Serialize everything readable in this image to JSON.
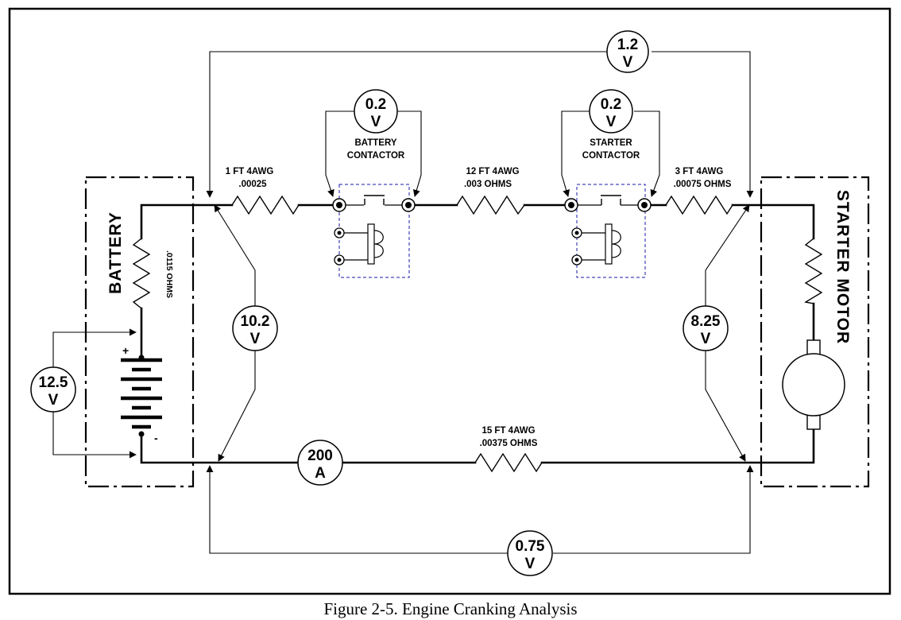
{
  "figure": {
    "caption": "Figure 2-5. Engine Cranking Analysis"
  },
  "blocks": {
    "battery": "BATTERY",
    "starter_motor": "STARTER MOTOR",
    "battery_contactor": [
      "BATTERY",
      "CONTACTOR"
    ],
    "starter_contactor": [
      "STARTER",
      "CONTACTOR"
    ]
  },
  "wires": {
    "battery_internal": ".0115 OHMS",
    "wire_1ft": [
      "1 FT 4AWG",
      ".00025"
    ],
    "wire_12ft": [
      "12 FT 4AWG",
      ".003 OHMS"
    ],
    "wire_3ft": [
      "3 FT 4AWG",
      ".00075 OHMS"
    ],
    "wire_15ft": [
      "15 FT 4AWG",
      ".00375 OHMS"
    ]
  },
  "polarity": {
    "plus": "+",
    "minus": "-"
  },
  "meters": {
    "top_span": {
      "value": "1.2",
      "unit": "V"
    },
    "battery_contactor": {
      "value": "0.2",
      "unit": "V"
    },
    "starter_contactor": {
      "value": "0.2",
      "unit": "V"
    },
    "battery_cables": {
      "value": "10.2",
      "unit": "V"
    },
    "starter_terminals": {
      "value": "8.25",
      "unit": "V"
    },
    "battery_terminals": {
      "value": "12.5",
      "unit": "V"
    },
    "current": {
      "value": "200",
      "unit": "A"
    },
    "ground_return": {
      "value": "0.75",
      "unit": "V"
    }
  }
}
